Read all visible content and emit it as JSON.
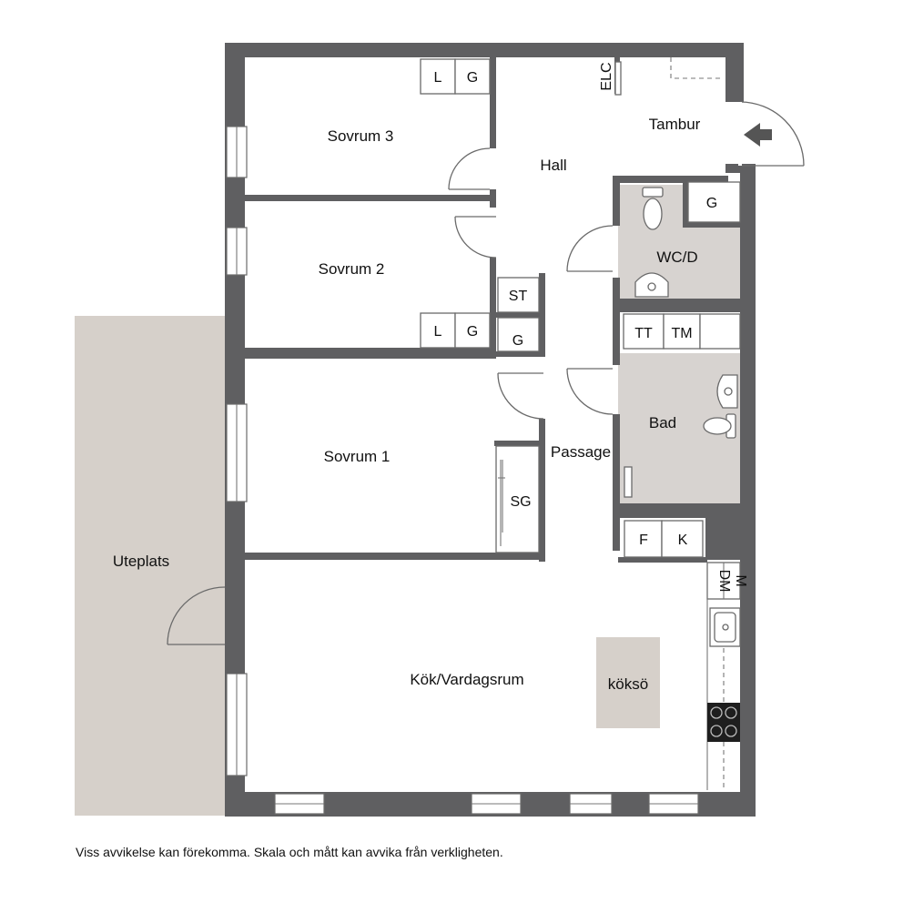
{
  "rooms": {
    "sovrum3": "Sovrum 3",
    "sovrum2": "Sovrum 2",
    "sovrum1": "Sovrum 1",
    "hall": "Hall",
    "tambur": "Tambur",
    "wcd": "WC/D",
    "bad": "Bad",
    "passage": "Passage",
    "uteplats": "Uteplats",
    "kok": "Kök/Vardagsrum",
    "koksö": "köksö"
  },
  "fixtures": {
    "L": "L",
    "G": "G",
    "ST": "ST",
    "SG": "SG",
    "ELC": "ELC",
    "TT": "TT",
    "TM": "TM",
    "F": "F",
    "K": "K",
    "DM": "DM",
    "M": "M"
  },
  "disclaimer": "Viss avvikelse kan förekomma. Skala och mått kan avvika från verkligheten.",
  "colors": {
    "wall": "#5f5f61",
    "wet_room_floor": "#d7d3d0",
    "terrace": "#d6d0ca",
    "kitchen_island": "#d6d0ca"
  },
  "icons": [
    "entrance-arrow-icon",
    "toilet-icon",
    "sink-icon",
    "stove-icon"
  ]
}
